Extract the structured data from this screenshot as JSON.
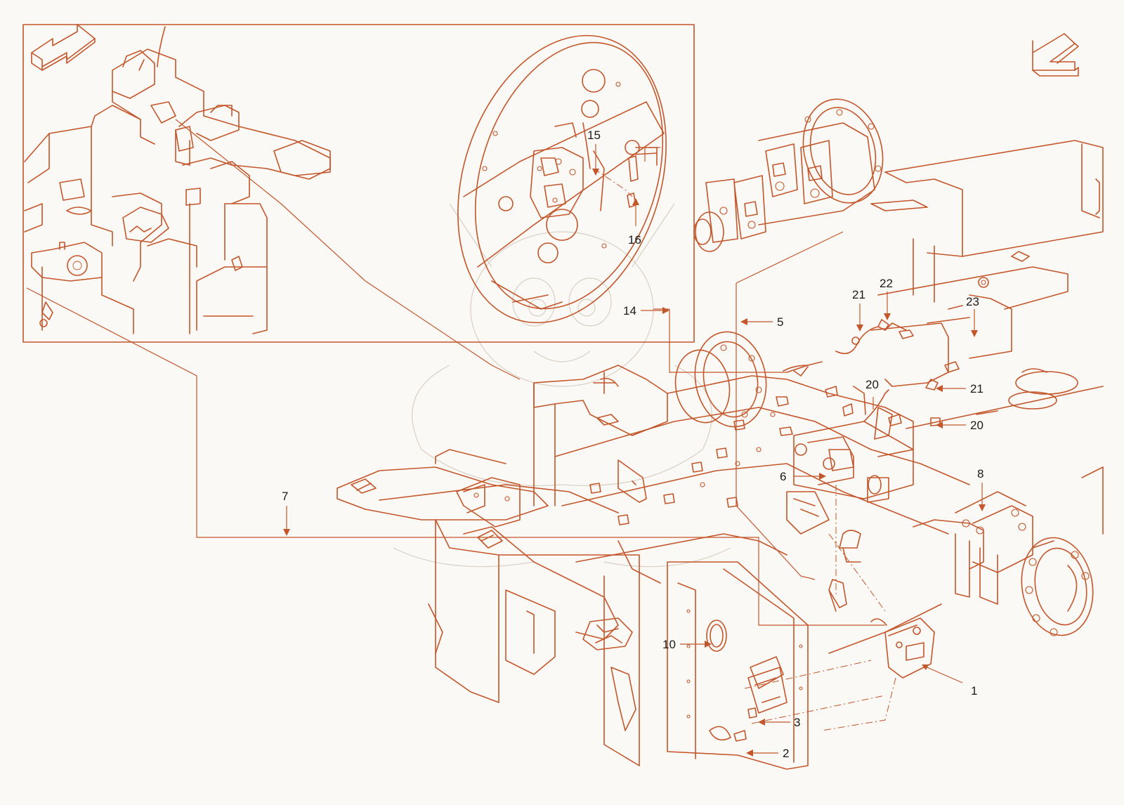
{
  "colors": {
    "line": "#c4562b",
    "text": "#1a1a1a",
    "background": "#fbf9f5",
    "watermark": "#d9cfc4"
  },
  "callouts": {
    "c1": "1",
    "c2": "2",
    "c3": "3",
    "c5": "5",
    "c6": "6",
    "c7": "7",
    "c8": "8",
    "c10": "10",
    "c14": "14",
    "c15": "15",
    "c16": "16",
    "c20a": "20",
    "c20b": "20",
    "c21a": "21",
    "c21b": "21",
    "c22": "22",
    "c23": "23"
  },
  "icons": {
    "direction_left": "direction-arrow-icon",
    "direction_right": "direction-arrow-icon"
  }
}
